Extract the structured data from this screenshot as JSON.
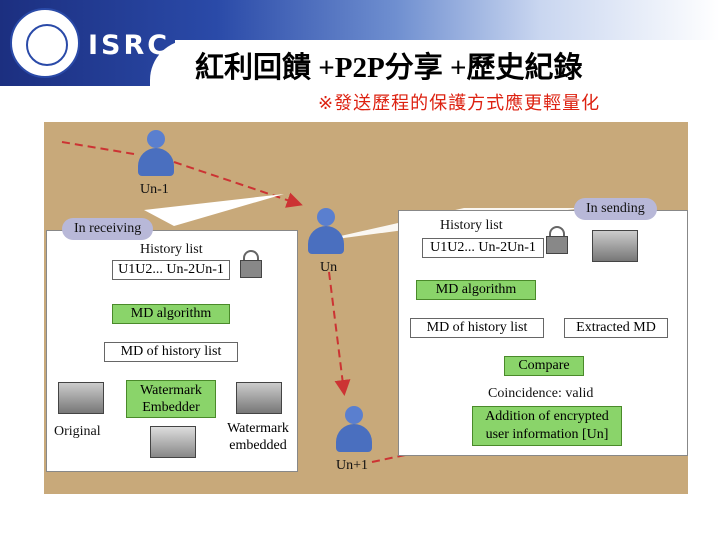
{
  "header": {
    "logo_text": "ISRC",
    "title": "紅利回饋 +P2P分享 +歷史紀錄",
    "note": "※發送歷程的保護方式應更輕量化"
  },
  "colors": {
    "accent": "#2a4aa8",
    "note": "#dd2211",
    "green_box": "#8ad46a",
    "figure_bg": "#c8a97a"
  },
  "diagram": {
    "users": {
      "prev": "Un-1",
      "current": "Un",
      "next": "Un+1"
    },
    "left_panel": {
      "tag": "In receiving",
      "history_title": "History list",
      "history_value": "U1U2... Un-2Un-1",
      "md_algorithm": "MD algorithm",
      "md_history": "MD of history list",
      "embedder": "Watermark Embedder",
      "original": "Original",
      "embedded": "Watermark embedded"
    },
    "right_panel": {
      "tag": "In sending",
      "history_title": "History list",
      "history_value": "U1U2... Un-2Un-1",
      "md_algorithm": "MD algorithm",
      "md_history": "MD of history list",
      "extracted": "Extracted MD",
      "compare": "Compare",
      "coincidence": "Coincidence: valid",
      "addition": "Addition of encrypted user information [Un]"
    }
  }
}
